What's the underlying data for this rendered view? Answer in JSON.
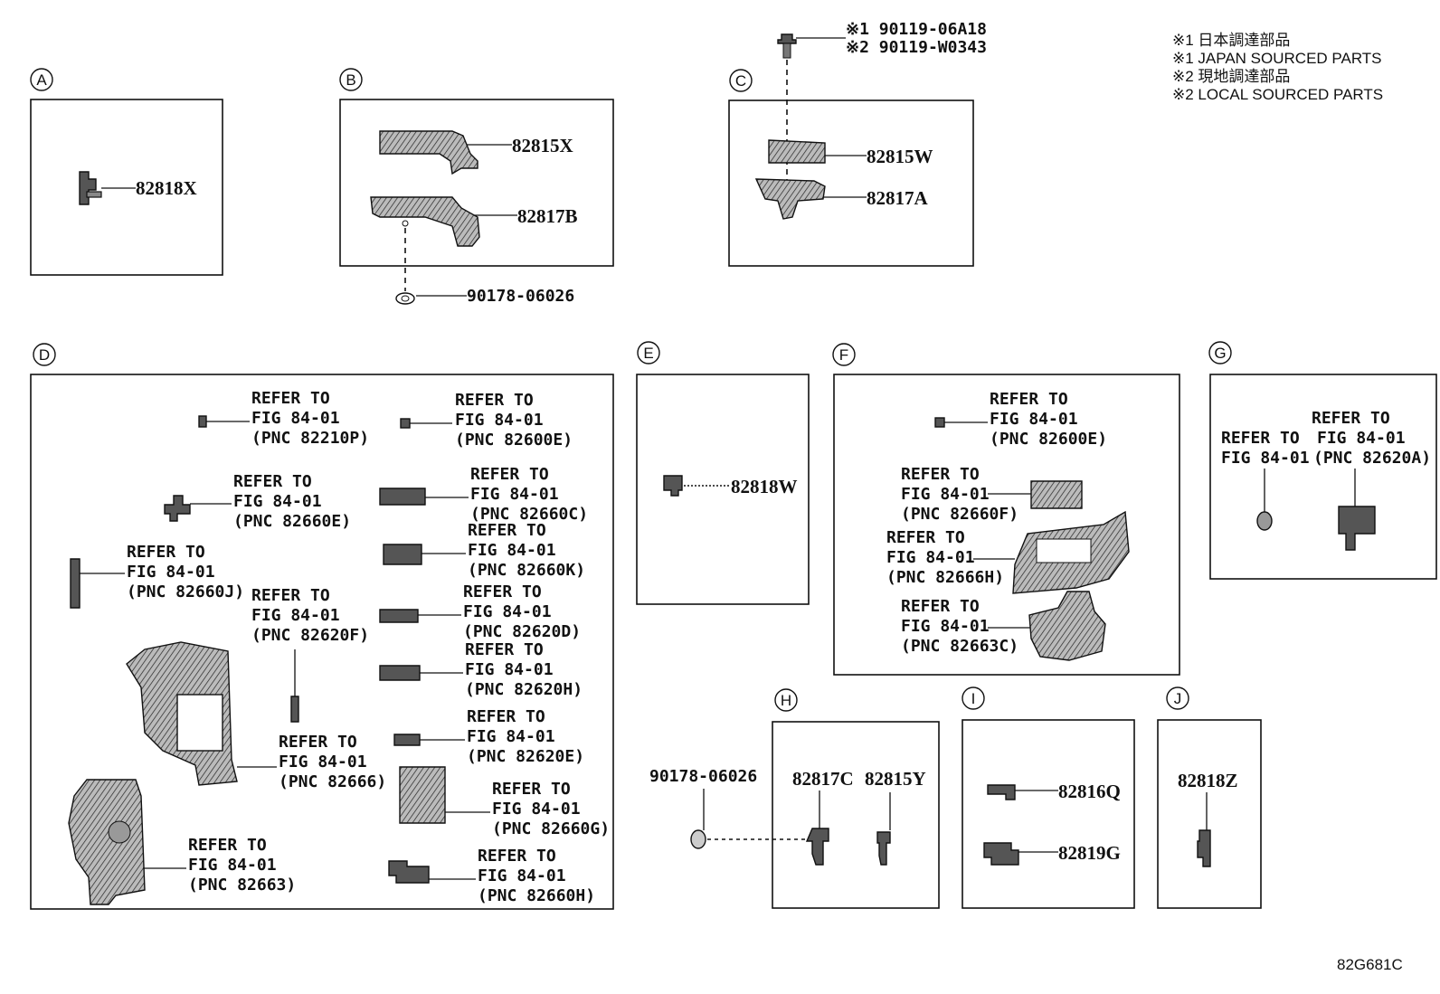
{
  "notes": [
    "※1 日本調達部品",
    "※1 JAPAN SOURCED PARTS",
    "※2 現地調達部品",
    "※2 LOCAL SOURCED PARTS"
  ],
  "figure_code": "82G681C",
  "sections": [
    {
      "letter": "A"
    },
    {
      "letter": "B"
    },
    {
      "letter": "C"
    },
    {
      "letter": "D"
    },
    {
      "letter": "E"
    },
    {
      "letter": "F"
    },
    {
      "letter": "G"
    },
    {
      "letter": "H"
    },
    {
      "letter": "I"
    },
    {
      "letter": "J"
    }
  ],
  "parts": {
    "a_82818X": "82818X",
    "b_82815X": "82815X",
    "b_82817B": "82817B",
    "b_90178": "90178-06026",
    "c_bolt1": "※1 90119-06A18",
    "c_bolt2": "※2 90119-W0343",
    "c_82815W": "82815W",
    "c_82817A": "82817A",
    "e_82818W": "82818W",
    "h_90178": "90178-06026",
    "h_82817C": "82817C",
    "h_82815Y": "82815Y",
    "i_82816Q": "82816Q",
    "i_82819G": "82819G",
    "j_82818Z": "82818Z"
  },
  "refer": {
    "line1": "REFER TO",
    "line2": "FIG 84-01",
    "line2_short": "FIG 84-01",
    "pnc": {
      "d_82210P": "(PNC 82210P)",
      "d_82600E": "(PNC 82600E)",
      "d_82660E": "(PNC 82660E)",
      "d_82660C": "(PNC 82660C)",
      "d_82660J": "(PNC 82660J)",
      "d_82660K": "(PNC 82660K)",
      "d_82620F": "(PNC 82620F)",
      "d_82620D": "(PNC 82620D)",
      "d_82620H": "(PNC 82620H)",
      "d_82666": "(PNC 82666)",
      "d_82620E": "(PNC 82620E)",
      "d_82660G": "(PNC 82660G)",
      "d_82663": "(PNC 82663)",
      "d_82660H": "(PNC 82660H)",
      "f_82600E": "(PNC 82600E)",
      "f_82660F": "(PNC 82660F)",
      "f_82666H": "(PNC 82666H)",
      "f_82663C": "(PNC 82663C)",
      "g_82620A": "(PNC 82620A)"
    }
  }
}
